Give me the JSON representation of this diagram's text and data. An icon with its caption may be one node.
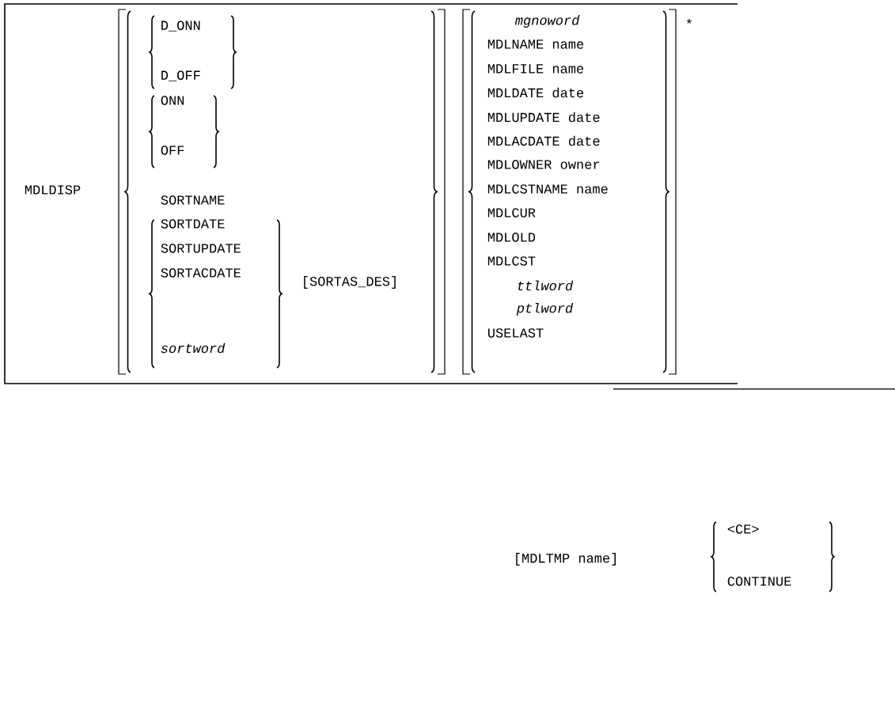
{
  "diagram": {
    "labels": [
      "MDLDISP",
      "D_ONN",
      "D_OFF",
      "ONN",
      "OFF",
      "SORTNAME",
      "SORTDATE",
      "SORTUPDATE",
      "SORTACDATE",
      "sortword",
      "[SORTAS_DES]",
      "mgnoword",
      "MDLNAME name",
      "MDLFILE name",
      "MDLDATE date",
      "MDLUPDATE date",
      "MDLACDATE date",
      "MDLOWNER owner",
      "MDLCSTNAME name",
      "MDLCUR",
      "MDLOLD",
      "MDLCST",
      "ttlword",
      "ptlword",
      "USELAST",
      "*",
      "[MDLTMP name]",
      "<CE>",
      "CONTINUE"
    ]
  }
}
